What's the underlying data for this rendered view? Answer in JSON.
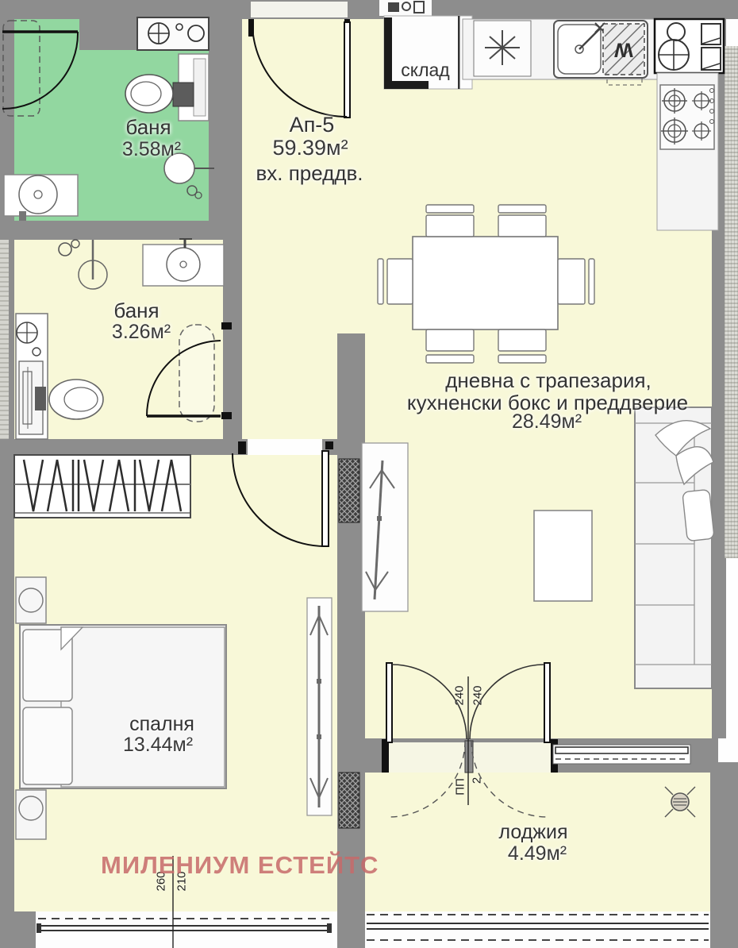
{
  "colors": {
    "wall": "#8d8d8d",
    "room": "#f8f8d8",
    "bath_green": "#92d7a0",
    "watermark": "#c76a6a"
  },
  "apartment": {
    "id": "Ап-5",
    "area": "59.39м²",
    "note": "вх. преддв."
  },
  "rooms": {
    "bath1": {
      "name": "баня",
      "area": "3.58м²"
    },
    "bath2": {
      "name": "баня",
      "area": "3.26м²"
    },
    "storage": {
      "name": "склад"
    },
    "living": {
      "line1": "дневна с трапезария,",
      "line2": "кухненски бокс и преддверие",
      "area": "28.49м²"
    },
    "bedroom": {
      "name": "спалня",
      "area": "13.44м²"
    },
    "loggia": {
      "name": "лоджия",
      "area": "4.49м²"
    }
  },
  "dimensions": {
    "loggia_door_left": "240",
    "loggia_door_right": "240",
    "pp": "ПП",
    "pp_num": "2",
    "bedroom_window_a": "260",
    "bedroom_window_b": "210"
  },
  "labels": {
    "washer": "W"
  },
  "watermark": {
    "text": "МИЛЕНИУМ ЕСТЕЙТС"
  }
}
